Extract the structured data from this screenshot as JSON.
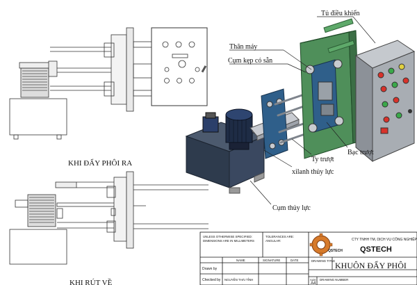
{
  "views": {
    "push_out": "KHI ĐẨY PHÔI RA",
    "retract": "KHI RÚT VỀ"
  },
  "callouts": {
    "control_cabinet": "Tủ điều khiển",
    "machine_body": "Thân máy",
    "clamp_assembly": "Cụm kẹp có sẵn",
    "guide_bushing": "Bạc trượt",
    "slide_rod": "Ty trượt",
    "hydraulic_cylinder": "xilanh thủy lực",
    "hydraulic_unit": "Cụm thủy lực"
  },
  "title_block": {
    "notes": "UNLESS OTHERWISE SPECIFIED:\nDIMENSIONS ARE IN MILLIMETERS",
    "tolerances_label": "TOLERANCES ARE:",
    "angular_label": "ANGULAR:",
    "company": "CTY TNHH TM, DỊCH VỤ CÔNG NGHIỆP",
    "brand": "QSTECH",
    "logo_text": "QSTECH",
    "col_name": "NAME",
    "col_signature": "SIGNATURE",
    "col_date": "DATE",
    "drawn_by_label": "Drawn by",
    "checked_by_label": "Checked by",
    "checked_by_name": "NGUYỄN THÁI TỈNH",
    "drawing_title_label": "DRAWING TITLE",
    "drawing_title": "KHUÔN ĐẨY PHÔI",
    "size_label": "SIZE",
    "size_value": "A4",
    "drawing_number_label": "DRAWING NUMBER"
  },
  "colors": {
    "frame_green": "#4f8f5a",
    "plate_blue": "#2f5f8a",
    "cabinet_gray": "#a8adb3",
    "tank_navy": "#2e3b4d",
    "button_red": "#d8322a",
    "button_green": "#3aa84a"
  }
}
